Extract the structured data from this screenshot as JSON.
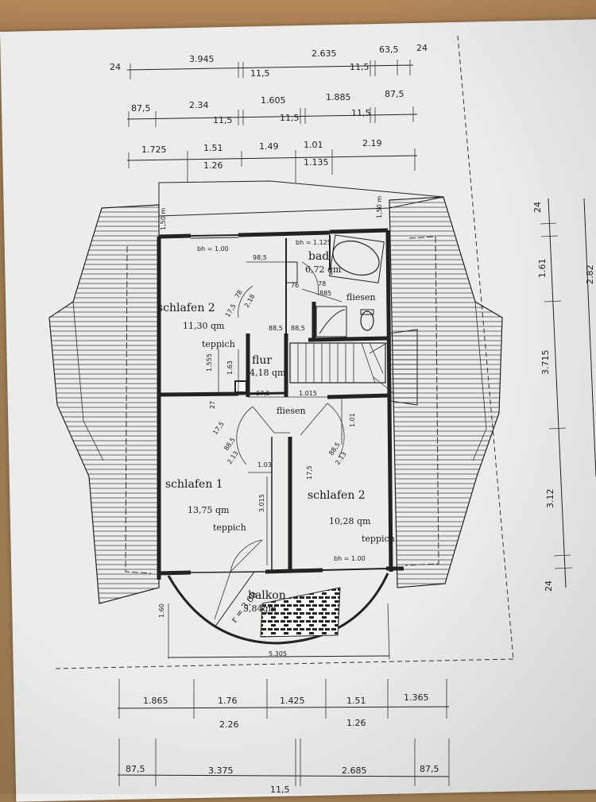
{
  "dims_top": {
    "row1": [
      "24",
      "3.945",
      "11,5",
      "2.635",
      "11,5",
      "63,5",
      "24"
    ],
    "row2": [
      "87,5",
      "2.34",
      "11,5",
      "1.605",
      "11,5",
      "1.885",
      "11,5",
      "87,5"
    ],
    "row3": [
      "1.725",
      "1.51",
      "1.49",
      "1.01",
      "2.19"
    ],
    "row4": [
      "1.26",
      "1.135"
    ]
  },
  "dims_right": [
    "24",
    "1.61",
    "3.715",
    "3.12",
    "24",
    "2.82"
  ],
  "dims_bottom": {
    "row1": [
      "1.865",
      "1.76",
      "1.425",
      "1.51",
      "1.365"
    ],
    "row2": [
      "2.26",
      "1.26"
    ],
    "row3": [
      "87,5",
      "3.375",
      "2.685",
      "87,5"
    ],
    "row4": [
      "11,5"
    ]
  },
  "rooms": {
    "schlafen2_top": {
      "name": "schlafen 2",
      "area": "11,30 qm",
      "floor": "teppich"
    },
    "bad": {
      "name": "bad",
      "area": "6,72 qm",
      "floor": "fliesen"
    },
    "flur": {
      "name": "flur",
      "area": "4,18 qm",
      "floor": "fliesen"
    },
    "schlafen1": {
      "name": "schlafen 1",
      "area": "13,75 qm",
      "floor": "teppich"
    },
    "schlafen2_bottom": {
      "name": "schlafen 2",
      "area": "10,28 qm",
      "floor": "teppich"
    },
    "balkon": {
      "name": "balkon",
      "area": "5,84qm",
      "radius": "r = 3,00"
    }
  },
  "labels": {
    "bh1": "bh = 1.00",
    "bh2": "bh = 1.125",
    "bh3": "bh = 1.00",
    "h150a": "1,50 m",
    "h150b": "1,50 m",
    "balkon_width": "5.305",
    "d_985": "98,5",
    "d_78a": "78",
    "d_178": "17,5",
    "d_218": "2.18",
    "d_885": "88,5",
    "d_885b": "88,5",
    "d_76": "76",
    "d_78b": "78",
    "d_885c": "885",
    "d_1555": "1.555",
    "d_163": "1.63",
    "d_975": "97,5",
    "d_1015": "1.015",
    "d_27": "27",
    "d_101": "1.01",
    "d_3015": "3.015",
    "d_103": "1.03",
    "d_175a": "17,5",
    "d_885d": "88,5",
    "d_213": "2.13",
    "d_175b": "17,5",
    "d_885e": "88,5",
    "d_213b": "2.13",
    "d_160": "1.60"
  }
}
